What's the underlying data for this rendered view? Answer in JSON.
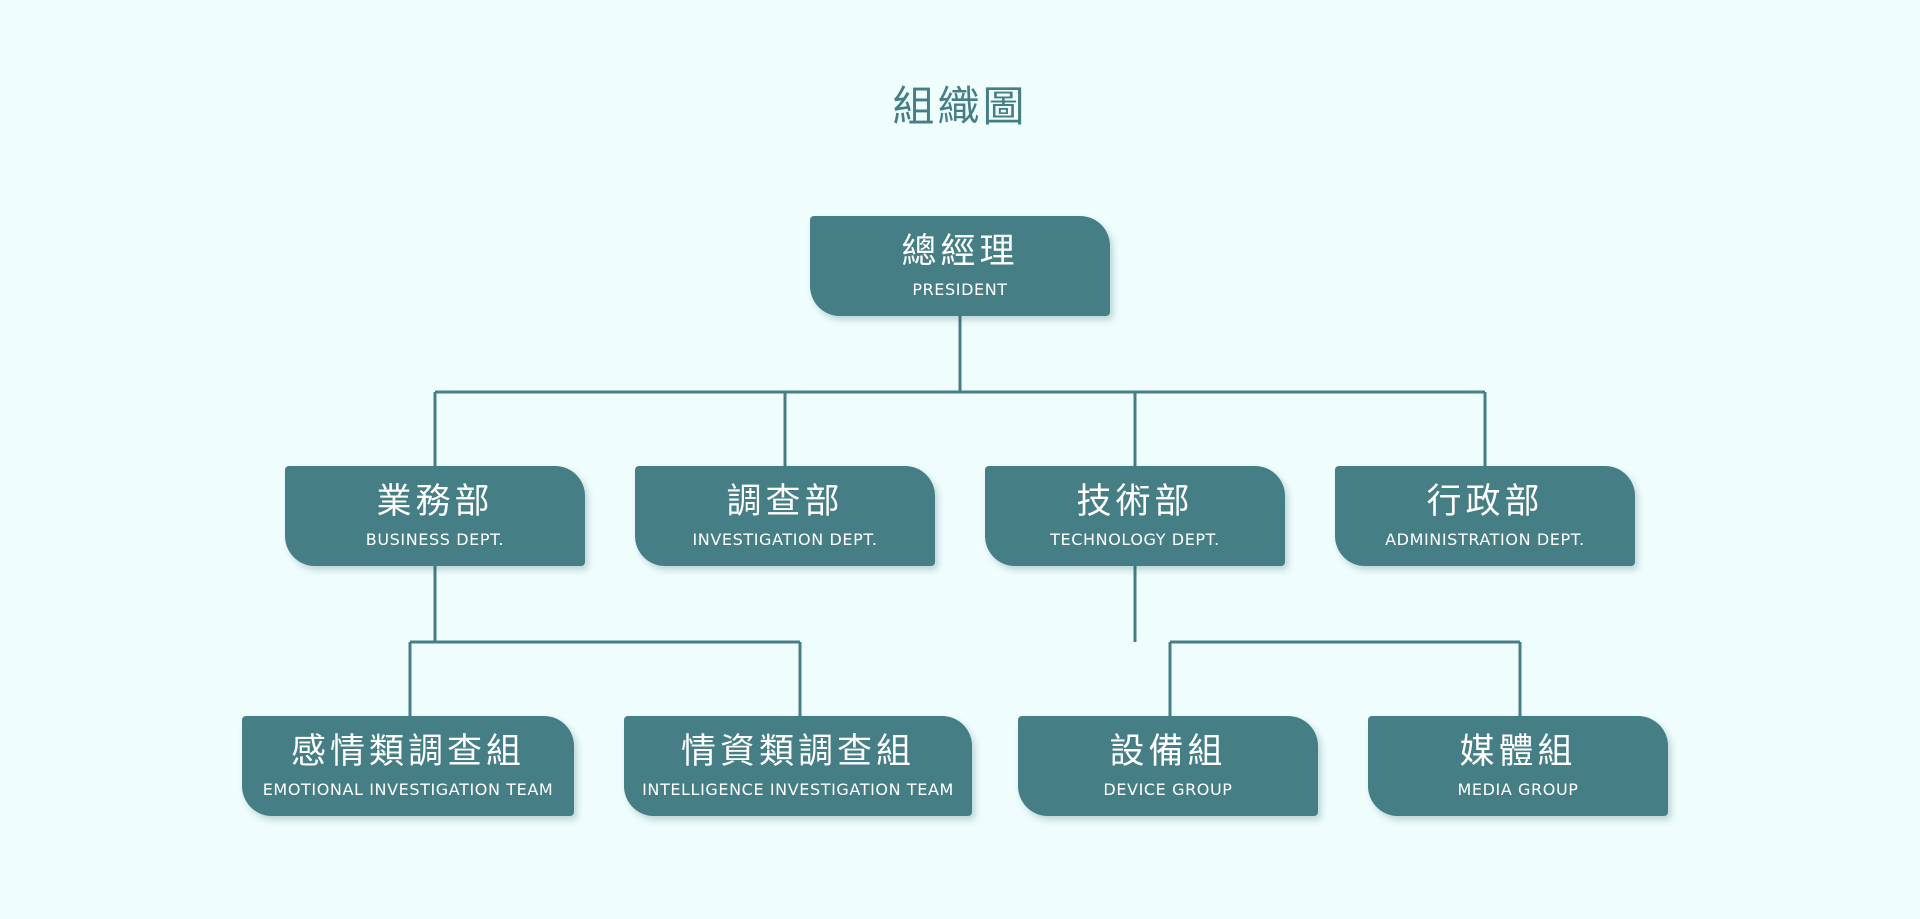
{
  "title": "組織圖",
  "colors": {
    "background": "#effdfd",
    "node": "#457e85",
    "line": "#457e85",
    "text": "#ffffff"
  },
  "nodes": {
    "president": {
      "zh": "總經理",
      "en": "PRESIDENT"
    },
    "business": {
      "zh": "業務部",
      "en": "BUSINESS DEPT."
    },
    "investigation": {
      "zh": "調查部",
      "en": "INVESTIGATION DEPT."
    },
    "technology": {
      "zh": "技術部",
      "en": "TECHNOLOGY DEPT."
    },
    "administration": {
      "zh": "行政部",
      "en": "ADMINISTRATION DEPT."
    },
    "emotional": {
      "zh": "感情類調查組",
      "en": "EMOTIONAL INVESTIGATION TEAM"
    },
    "intelligence": {
      "zh": "情資類調查組",
      "en": "INTELLIGENCE INVESTIGATION TEAM"
    },
    "device": {
      "zh": "設備組",
      "en": "DEVICE GROUP"
    },
    "media": {
      "zh": "媒體組",
      "en": "MEDIA GROUP"
    }
  },
  "hierarchy": {
    "president": [
      "business",
      "investigation",
      "technology",
      "administration"
    ],
    "business": [
      "emotional",
      "intelligence"
    ],
    "technology": [
      "device",
      "media"
    ]
  }
}
